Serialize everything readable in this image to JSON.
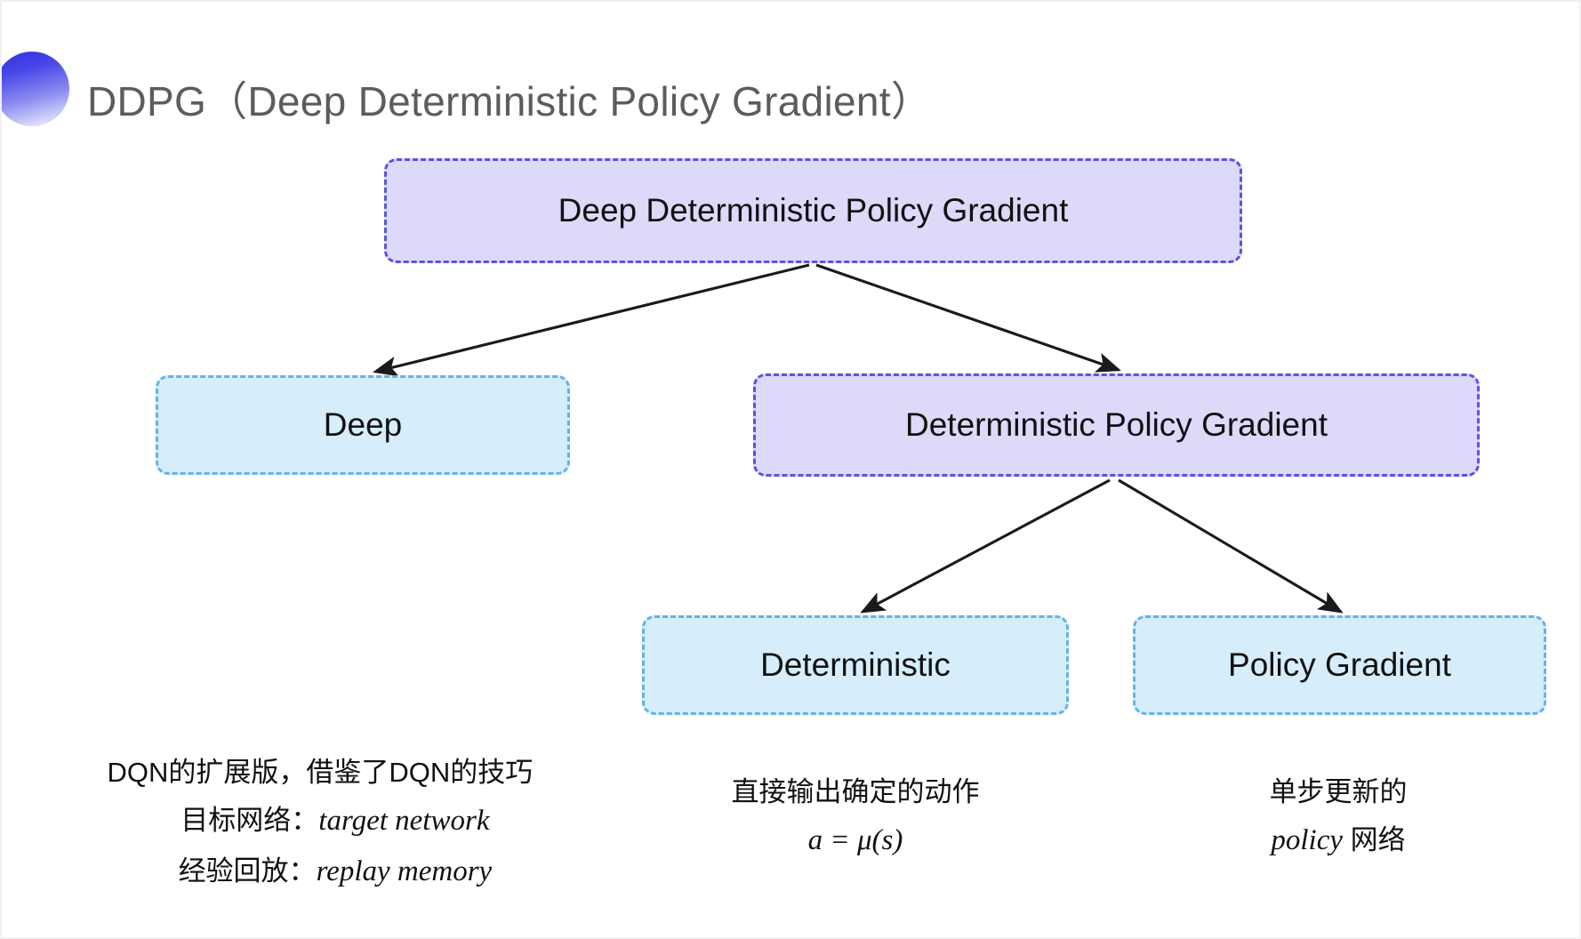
{
  "slide": {
    "title": "DDPG（Deep Deterministic Policy Gradient）",
    "background_color": "#ffffff",
    "accent_color": "#3b3be4"
  },
  "decoration": {
    "shape": "half-circle-gradient",
    "gradient_from": "#2f2fe0",
    "gradient_to": "#f3f3fe"
  },
  "diagram": {
    "nodes": [
      {
        "id": "root",
        "label": "Deep Deterministic Policy Gradient",
        "style": "purple",
        "fill": "#dcd9f9",
        "border": "#5b53dc"
      },
      {
        "id": "deep",
        "label": "Deep",
        "style": "blue",
        "fill": "#d6eefb",
        "border": "#63b4e6"
      },
      {
        "id": "dpg",
        "label": "Deterministic Policy Gradient",
        "style": "purple",
        "fill": "#dcd9f9",
        "border": "#5b53dc"
      },
      {
        "id": "deterministic",
        "label": "Deterministic",
        "style": "blue",
        "fill": "#d6eefb",
        "border": "#63b4e6"
      },
      {
        "id": "policy_gradient",
        "label": "Policy Gradient",
        "style": "blue",
        "fill": "#d6eefb",
        "border": "#63b4e6"
      }
    ],
    "edges": [
      {
        "from": "root",
        "to": "deep"
      },
      {
        "from": "root",
        "to": "dpg"
      },
      {
        "from": "dpg",
        "to": "deterministic"
      },
      {
        "from": "dpg",
        "to": "policy_gradient"
      }
    ],
    "edge_color": "#1a1a1a"
  },
  "captions": {
    "left": {
      "line1": "DQN的扩展版，借鉴了DQN的技巧",
      "line2_label": "目标网络：",
      "line2_term": "target network",
      "line3_label": "经验回放：",
      "line3_term": "replay memory"
    },
    "middle": {
      "line1": "直接输出确定的动作",
      "line2_formula": "a = μ(s)"
    },
    "right": {
      "line1": "单步更新的",
      "line2_term": "policy",
      "line2_suffix": " 网络"
    }
  }
}
